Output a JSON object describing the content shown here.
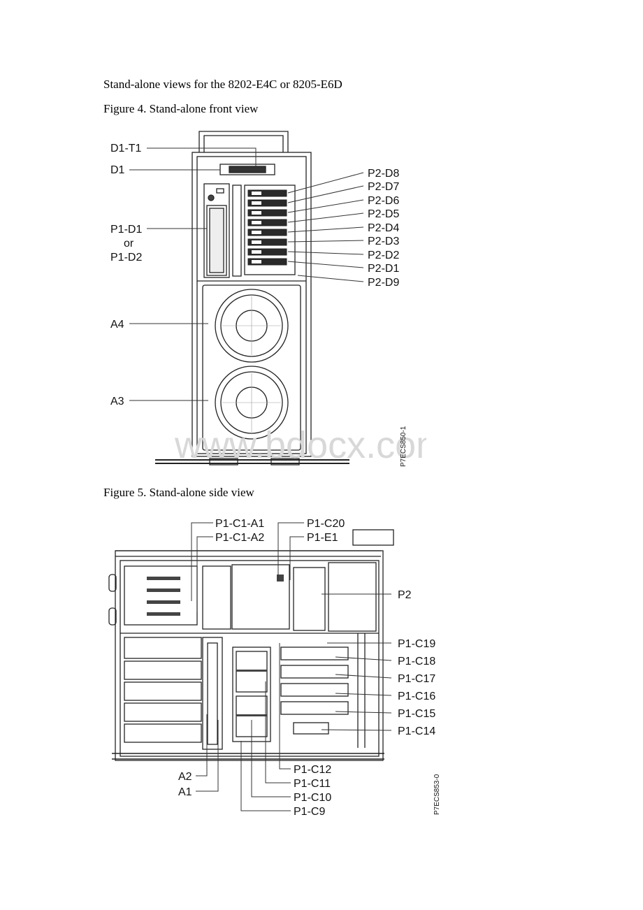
{
  "document": {
    "heading": "Stand-alone views for the 8202-E4C or 8205-E6D",
    "watermark": "www.bdocx.com"
  },
  "figure4": {
    "caption": "Figure 4. Stand-alone front view",
    "code": "P7ECS850-1",
    "left_labels": {
      "d1t1": "D1-T1",
      "d1": "D1",
      "p1d1": "P1-D1",
      "or": "or",
      "p1d2": "P1-D2",
      "a4": "A4",
      "a3": "A3"
    },
    "right_labels": [
      "P2-D8",
      "P2-D7",
      "P2-D6",
      "P2-D5",
      "P2-D4",
      "P2-D3",
      "P2-D2",
      "P2-D1",
      "P2-D9"
    ]
  },
  "figure5": {
    "caption": "Figure 5. Stand-alone side view",
    "code": "P7ECS853-0",
    "top_labels": {
      "c1a1": "P1-C1-A1",
      "c1a2": "P1-C1-A2",
      "c20": "P1-C20",
      "e1": "P1-E1"
    },
    "right_labels": {
      "p2": "P2",
      "c19": "P1-C19",
      "c18": "P1-C18",
      "c17": "P1-C17",
      "c16": "P1-C16",
      "c15": "P1-C15",
      "c14": "P1-C14"
    },
    "bottom_left_labels": {
      "a2": "A2",
      "a1": "A1"
    },
    "bottom_labels": {
      "c12": "P1-C12",
      "c11": "P1-C11",
      "c10": "P1-C10",
      "c9": "P1-C9"
    }
  }
}
